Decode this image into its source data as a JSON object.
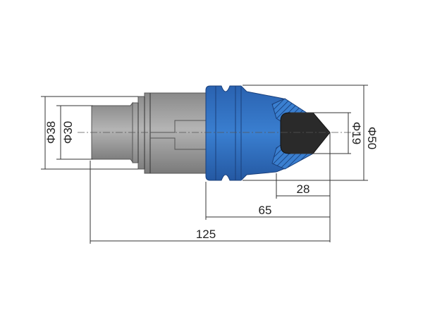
{
  "drawing": {
    "colors": {
      "body_blue": "#2f6fbf",
      "body_blue_dark": "#1f4f96",
      "shank_grey": "#9a9a9a",
      "shank_grey_dark": "#7e7e7e",
      "tip_black": "#2a2a2a",
      "line": "#333333"
    },
    "dimensions": {
      "d50": "Φ50",
      "d19": "Φ19",
      "d30": "Φ30",
      "d38": "Φ38",
      "l28": "28",
      "l65": "65",
      "l125": "125"
    }
  }
}
